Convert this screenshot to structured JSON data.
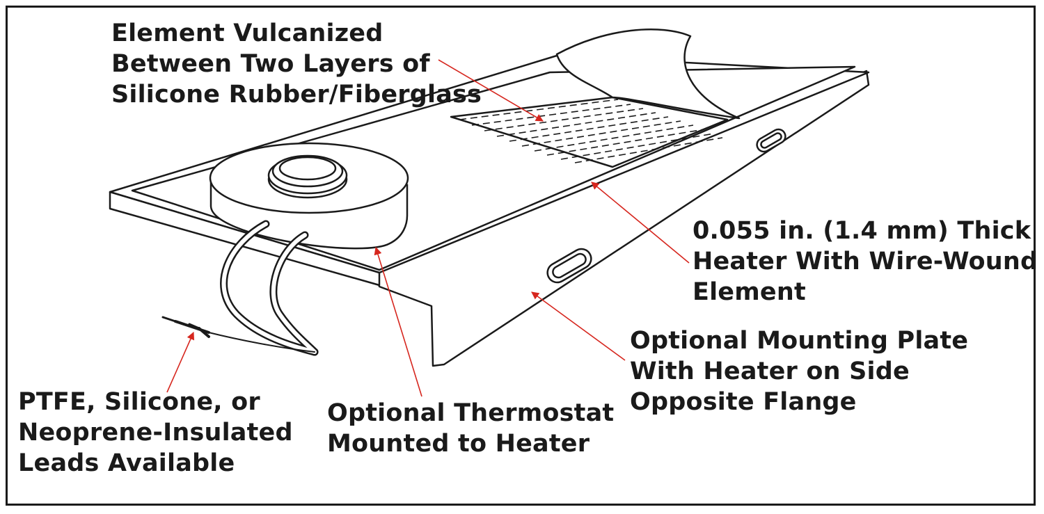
{
  "colors": {
    "outline": "#1a1a1a",
    "leader": "#d6261e",
    "background": "#ffffff"
  },
  "callouts": {
    "vulcanized": {
      "lines": [
        "Element Vulcanized",
        "Between Two Layers of",
        "Silicone Rubber/Fiberglass"
      ]
    },
    "thickness": {
      "lines": [
        "0.055 in. (1.4 mm) Thick",
        "Heater With Wire-Wound",
        "Element"
      ]
    },
    "mounting_plate": {
      "lines": [
        "Optional Mounting Plate",
        "With Heater on Side",
        "Opposite Flange"
      ]
    },
    "thermostat": {
      "lines": [
        "Optional Thermostat",
        "Mounted to Heater"
      ]
    },
    "leads": {
      "lines": [
        "PTFE, Silicone, or",
        "Neoprene-Insulated",
        "Leads Available"
      ]
    }
  }
}
